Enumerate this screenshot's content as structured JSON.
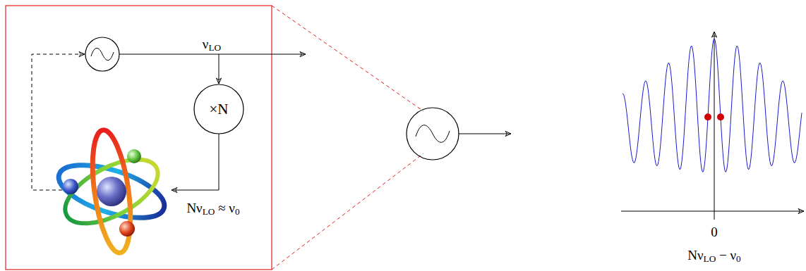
{
  "diagram": {
    "nodes": [
      {
        "text": [
          "×N"
        ]
      }
    ],
    "labels": [
      "νLO",
      "NνLO ≈ ν0",
      "0",
      "NνLO − ν0"
    ]
  }
}
